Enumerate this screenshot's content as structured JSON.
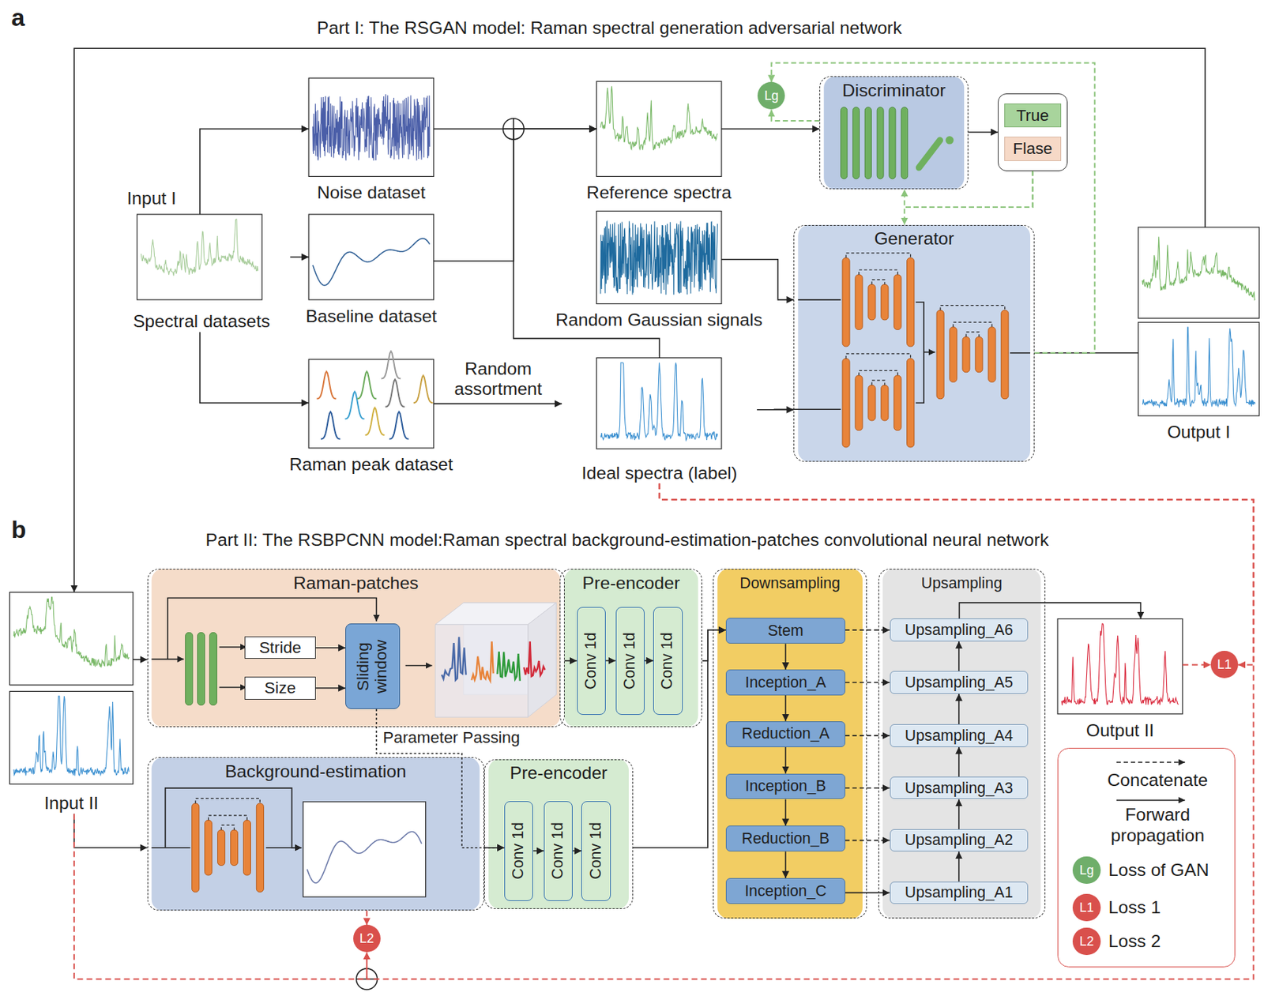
{
  "diagram": {
    "nodes": [
      {
        "text": [
          "Spectral datasets"
        ]
      },
      {
        "text": [
          "Noise dataset"
        ]
      },
      {
        "text": [
          "Baseline dataset"
        ]
      },
      {
        "text": [
          "Raman peak dataset"
        ]
      },
      {
        "text": [
          "Reference spectra"
        ]
      },
      {
        "text": [
          "Random Gaussian signals"
        ]
      },
      {
        "text": [
          "Ideal spectra (label)"
        ]
      },
      {
        "text": [
          "Lg"
        ]
      },
      {
        "text": [
          "Discriminator"
        ]
      },
      {
        "text": [
          "True",
          "Flase"
        ]
      },
      {
        "text": [
          "Generator"
        ]
      },
      {
        "text": [
          "Output I"
        ]
      },
      {
        "text": [
          "Input II"
        ]
      },
      {
        "text": [
          "Raman-patches"
        ]
      },
      {
        "text": [
          "Stride"
        ],
        "in": 13
      },
      {
        "text": [
          "Size"
        ],
        "in": 13
      },
      {
        "text": [
          "Sliding window"
        ],
        "in": 13
      },
      {
        "text": [
          "Pre-encoder"
        ]
      },
      {
        "text": [
          "Conv 1d"
        ],
        "in": 17
      },
      {
        "text": [
          "Conv 1d"
        ],
        "in": 17
      },
      {
        "text": [
          "Conv 1d"
        ],
        "in": 17
      },
      {
        "text": [
          "Background-estimation"
        ]
      },
      {
        "text": [
          "Pre-encoder"
        ]
      },
      {
        "text": [
          "Conv 1d"
        ],
        "in": 22
      },
      {
        "text": [
          "Conv 1d"
        ],
        "in": 22
      },
      {
        "text": [
          "Conv 1d"
        ],
        "in": 22
      },
      {
        "text": [
          "Downsampling"
        ]
      },
      {
        "text": [
          "Stem"
        ],
        "in": 26
      },
      {
        "text": [
          "Inception_A"
        ],
        "in": 26
      },
      {
        "text": [
          "Reduction_A"
        ],
        "in": 26
      },
      {
        "text": [
          "Inception_B"
        ],
        "in": 26
      },
      {
        "text": [
          "Reduction_B"
        ],
        "in": 26
      },
      {
        "text": [
          "Inception_C"
        ],
        "in": 26
      },
      {
        "text": [
          "Upsampling"
        ]
      },
      {
        "text": [
          "Upsampling_A6"
        ],
        "in": 33
      },
      {
        "text": [
          "Upsampling_A5"
        ],
        "in": 33
      },
      {
        "text": [
          "Upsampling_A4"
        ],
        "in": 33
      },
      {
        "text": [
          "Upsampling_A3"
        ],
        "in": 33
      },
      {
        "text": [
          "Upsampling_A2"
        ],
        "in": 33
      },
      {
        "text": [
          "Upsampling_A1"
        ],
        "in": 33
      },
      {
        "text": [
          "Output II"
        ]
      },
      {
        "text": [
          "L1"
        ]
      },
      {
        "text": [
          "L2"
        ]
      }
    ],
    "edges": [
      {
        "from": 0,
        "to": 1,
        "arrow": "to"
      },
      {
        "from": 0,
        "to": 2,
        "arrow": "to"
      },
      {
        "from": 0,
        "to": 3,
        "arrow": "to"
      },
      {
        "from": 1,
        "to": 4,
        "arrow": "to"
      },
      {
        "from": 2,
        "to": 4,
        "arrow": "to"
      },
      {
        "from": 6,
        "to": 4,
        "arrow": "to"
      },
      {
        "from": 3,
        "to": 6,
        "label": "Random assortment",
        "arrow": "to"
      },
      {
        "from": 4,
        "to": 8,
        "arrow": "to"
      },
      {
        "from": 8,
        "to": 9,
        "arrow": "to"
      },
      {
        "from": 5,
        "to": 10,
        "arrow": "to"
      },
      {
        "from": 6,
        "to": 10,
        "arrow": "to"
      },
      {
        "from": 10,
        "to": 11,
        "arrow": "none"
      },
      {
        "from": 11,
        "to": 12,
        "arrow": "to"
      },
      {
        "from": 10,
        "to": 7,
        "arrow": "to"
      },
      {
        "from": 8,
        "to": 7,
        "arrow": "to"
      },
      {
        "from": 9,
        "to": 8,
        "arrow": "to"
      },
      {
        "from": 9,
        "to": 10,
        "arrow": "to"
      },
      {
        "from": 12,
        "to": 13,
        "arrow": "to"
      },
      {
        "from": 12,
        "to": 21,
        "arrow": "to"
      },
      {
        "from": 14,
        "to": 16,
        "arrow": "to"
      },
      {
        "from": 15,
        "to": 16,
        "arrow": "to"
      },
      {
        "from": 13,
        "to": 18,
        "arrow": "to"
      },
      {
        "from": 18,
        "to": 19,
        "arrow": "to"
      },
      {
        "from": 19,
        "to": 20,
        "arrow": "to"
      },
      {
        "from": 21,
        "to": 23,
        "arrow": "to"
      },
      {
        "from": 16,
        "to": 23,
        "label": "Parameter Passing",
        "arrow": "to"
      },
      {
        "from": 23,
        "to": 24,
        "arrow": "to"
      },
      {
        "from": 24,
        "to": 25,
        "arrow": "to"
      },
      {
        "from": 17,
        "to": 27,
        "arrow": "to"
      },
      {
        "from": 22,
        "to": 27,
        "arrow": "to"
      },
      {
        "from": 27,
        "to": 28,
        "arrow": "to"
      },
      {
        "from": 28,
        "to": 29,
        "arrow": "to"
      },
      {
        "from": 29,
        "to": 30,
        "arrow": "to"
      },
      {
        "from": 30,
        "to": 31,
        "arrow": "to"
      },
      {
        "from": 31,
        "to": 32,
        "arrow": "to"
      },
      {
        "from": 27,
        "to": 34,
        "arrow": "to"
      },
      {
        "from": 28,
        "to": 35,
        "arrow": "to"
      },
      {
        "from": 29,
        "to": 36,
        "arrow": "to"
      },
      {
        "from": 30,
        "to": 37,
        "arrow": "to"
      },
      {
        "from": 31,
        "to": 38,
        "arrow": "to"
      },
      {
        "from": 32,
        "to": 39,
        "arrow": "to"
      },
      {
        "from": 39,
        "to": 38,
        "arrow": "to"
      },
      {
        "from": 38,
        "to": 37,
        "arrow": "to"
      },
      {
        "from": 37,
        "to": 36,
        "arrow": "to"
      },
      {
        "from": 36,
        "to": 35,
        "arrow": "to"
      },
      {
        "from": 35,
        "to": 34,
        "arrow": "to"
      },
      {
        "from": 34,
        "to": 40,
        "arrow": "to"
      },
      {
        "from": 40,
        "to": 41,
        "arrow": "to"
      },
      {
        "from": 6,
        "to": 41,
        "arrow": "to"
      },
      {
        "from": 6,
        "to": 42,
        "arrow": "to"
      },
      {
        "from": 12,
        "to": 42,
        "arrow": "to"
      },
      {
        "from": 21,
        "to": 42,
        "arrow": "to"
      }
    ],
    "labels": [
      "a",
      "b",
      "Part I: The RSGAN model: Raman spectral generation adversarial network",
      "Part II: The RSBPCNN model:Raman spectral background-estimation-patches convolutional neural network",
      "Input I",
      "Lg",
      "L1",
      "L2"
    ],
    "legend": [
      {
        "text": "Concatenate"
      },
      {
        "text": "Forward propagation"
      },
      {
        "text": "Loss of GAN",
        "color": "#6fae6a"
      },
      {
        "text": "Loss 1",
        "color": "#d9504c"
      },
      {
        "text": "Loss 2",
        "color": "#d9504c"
      }
    ]
  }
}
